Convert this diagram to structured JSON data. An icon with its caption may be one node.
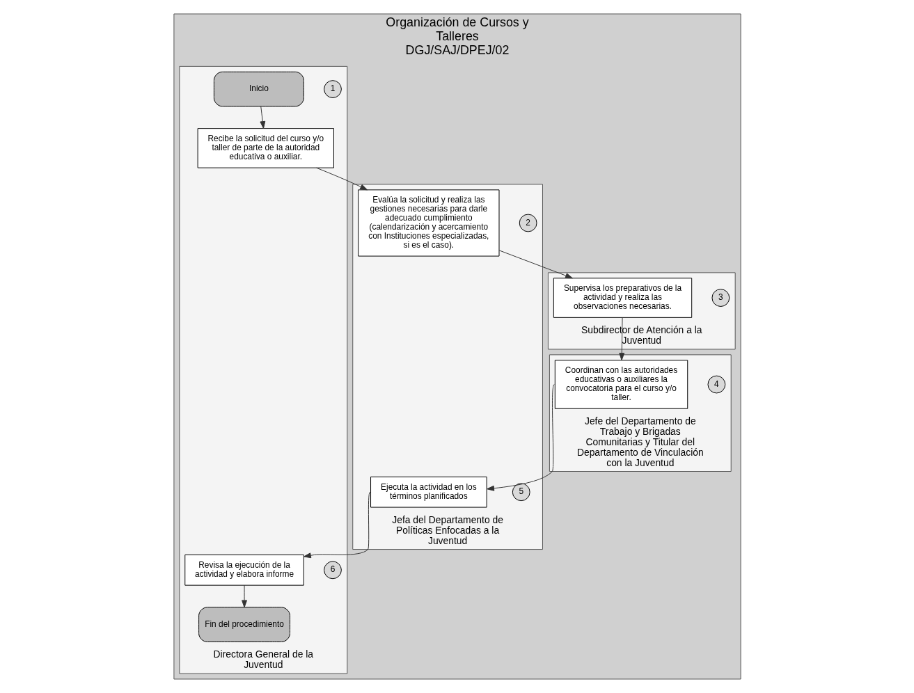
{
  "diagram": {
    "nodes": [
      {
        "text": [
          "Organización de Cursos y Talleres",
          "DGJ/SAJ/DPEJ/02"
        ]
      },
      {
        "text": [
          "Directora General de la Juventud"
        ],
        "in": 0
      },
      {
        "text": [
          "Subdirector de Atención a la Juventud"
        ],
        "in": 0
      },
      {
        "text": [
          "Jefa del Departamento de Políticas Enfocadas a la Juventud"
        ],
        "in": 0
      },
      {
        "text": [
          "Jefe del Departamento de Trabajo y Brigadas Comunitarias y Titular del Departamento de Vinculación con la Juventud"
        ],
        "in": 0
      },
      {
        "text": [
          "Inicio"
        ],
        "in": 1
      },
      {
        "text": [
          "1"
        ],
        "in": 1
      },
      {
        "text": [
          "Recibe la solicitud del curso y/o taller de parte de la autoridad educativa o auxiliar."
        ],
        "in": 1
      },
      {
        "text": [
          "2"
        ],
        "in": 3
      },
      {
        "text": [
          "Evalúa la solicitud y realiza las gestiones necesarias para darle adecuado cumplimiento (calendarización y acercamiento con Instituciones especializadas, si es el caso)."
        ],
        "in": 3
      },
      {
        "text": [
          "3"
        ],
        "in": 2
      },
      {
        "text": [
          "Supervisa los preparativos de la actividad y realiza las observaciones necesarias."
        ],
        "in": 2
      },
      {
        "text": [
          "4"
        ],
        "in": 4
      },
      {
        "text": [
          "Coordinan con las autoridades educativas o auxiliares la convocatoria para el curso y/o taller."
        ],
        "in": 4
      },
      {
        "text": [
          "5"
        ],
        "in": 3
      },
      {
        "text": [
          "Ejecuta la actividad en los términos planificados"
        ],
        "in": 3
      },
      {
        "text": [
          "6"
        ],
        "in": 1
      },
      {
        "text": [
          "Revisa la ejecución de la actividad y elabora informe"
        ],
        "in": 1
      },
      {
        "text": [
          "Fin del procedimiento"
        ],
        "in": 1
      }
    ],
    "edges": [
      {
        "from": 5,
        "to": 7,
        "arrow": "to"
      },
      {
        "from": 7,
        "to": 9,
        "arrow": "to"
      },
      {
        "from": 9,
        "to": 11,
        "arrow": "to"
      },
      {
        "from": 11,
        "to": 13,
        "arrow": "to"
      },
      {
        "from": 13,
        "to": 15,
        "arrow": "to"
      },
      {
        "from": 15,
        "to": 17,
        "arrow": "to"
      },
      {
        "from": 17,
        "to": 18,
        "arrow": "to"
      }
    ]
  }
}
